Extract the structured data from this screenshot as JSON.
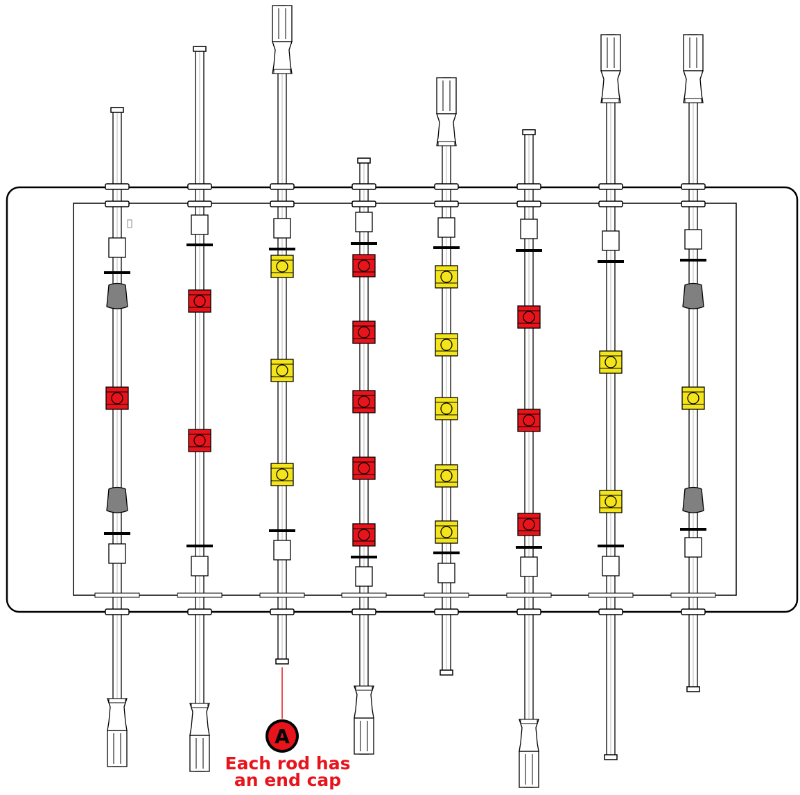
{
  "colors": {
    "red_figure": "#e8141c",
    "yellow_figure": "#f4e41c",
    "goalie_gray": "#808080",
    "outline": "#000000",
    "callout_red": "#e8141c"
  },
  "rods": [
    {
      "team": "red",
      "men": 1,
      "handle_side": "bottom",
      "goalie": true
    },
    {
      "team": "red",
      "men": 2,
      "handle_side": "bottom",
      "goalie": false
    },
    {
      "team": "yellow",
      "men": 3,
      "handle_side": "top",
      "goalie": false
    },
    {
      "team": "red",
      "men": 5,
      "handle_side": "bottom",
      "goalie": false
    },
    {
      "team": "yellow",
      "men": 5,
      "handle_side": "top",
      "goalie": false
    },
    {
      "team": "red",
      "men": 3,
      "handle_side": "bottom",
      "goalie": false
    },
    {
      "team": "yellow",
      "men": 2,
      "handle_side": "top",
      "goalie": false
    },
    {
      "team": "yellow",
      "men": 1,
      "handle_side": "top",
      "goalie": true
    }
  ],
  "callout": {
    "marker": "A",
    "line1": "Each rod has",
    "line2": "an end cap"
  }
}
